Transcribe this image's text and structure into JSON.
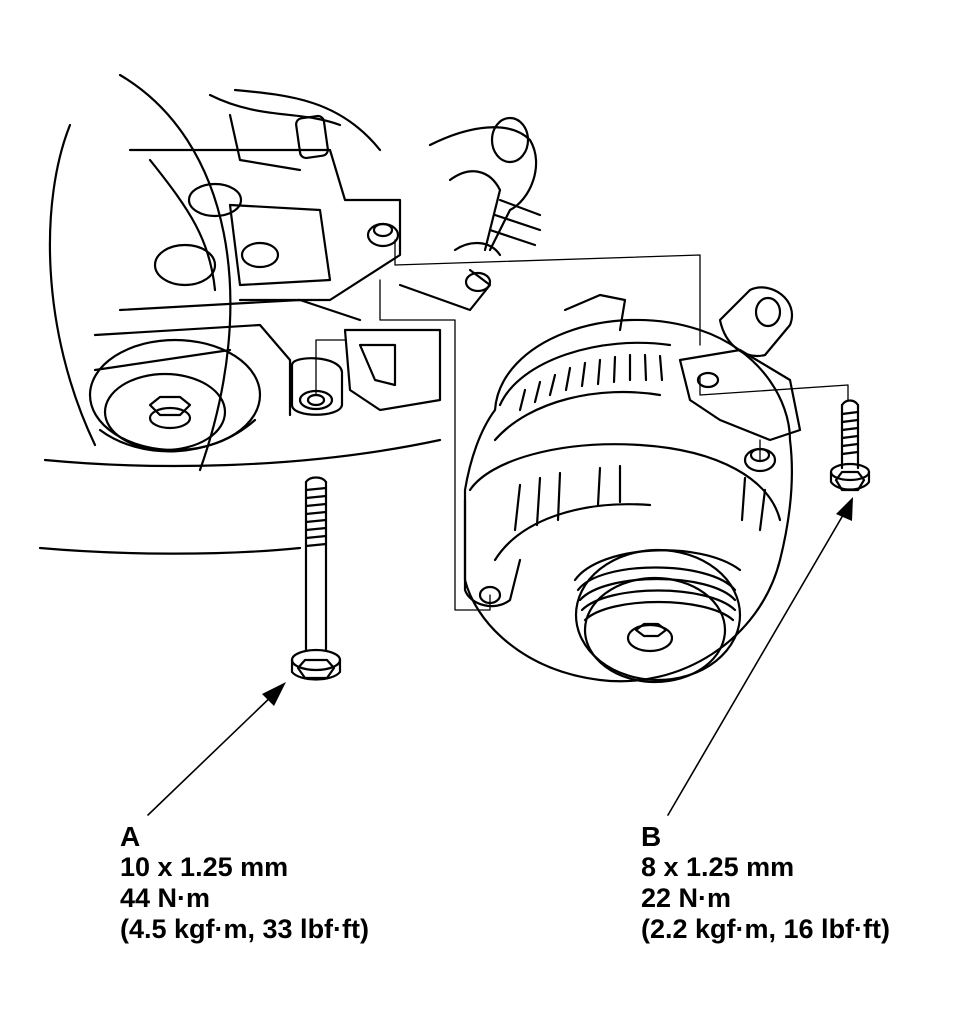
{
  "callouts": {
    "a": {
      "letter": "A",
      "size": "10 x 1.25 mm",
      "torque_nm": "44 N·m",
      "torque_alt": "(4.5 kgf·m, 33 lbf·ft)"
    },
    "b": {
      "letter": "B",
      "size": "8 x 1.25 mm",
      "torque_nm": "22 N·m",
      "torque_alt": "(2.2 kgf·m, 16 lbf·ft)"
    }
  },
  "colors": {
    "ink": "#000000",
    "paper": "#ffffff"
  }
}
